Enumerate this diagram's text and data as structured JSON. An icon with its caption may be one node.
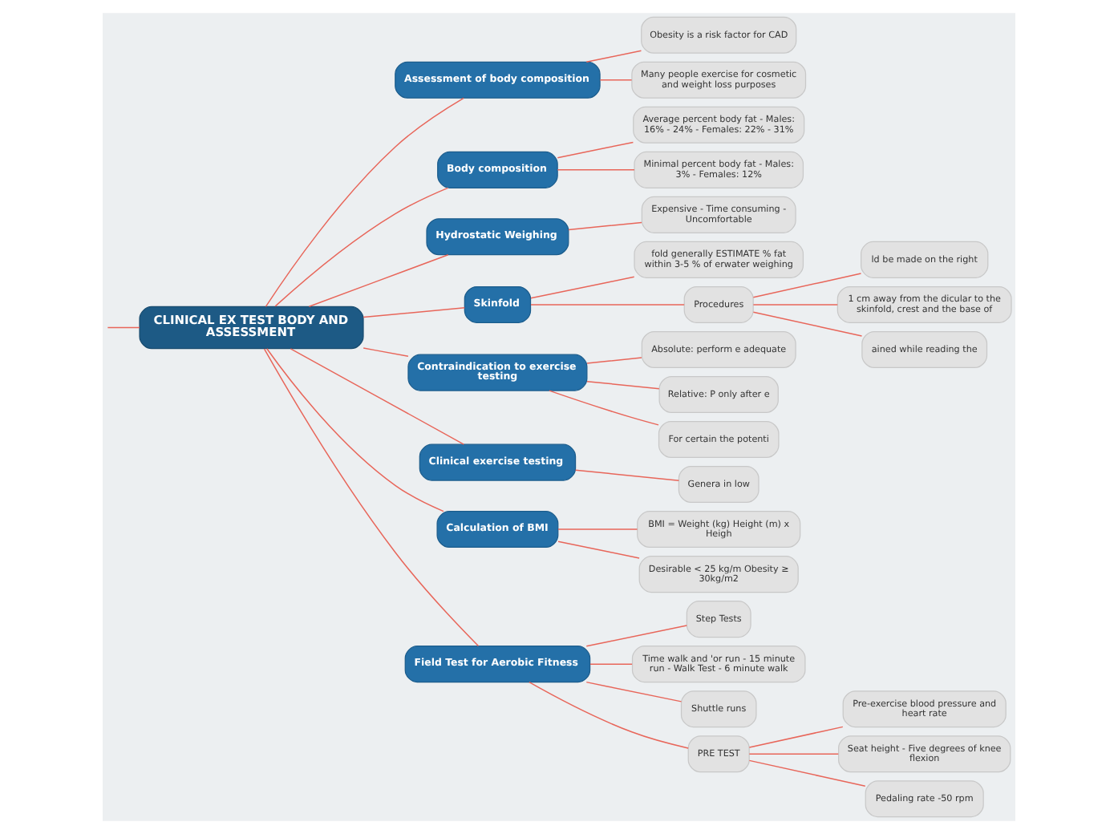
{
  "diagram": {
    "nodes": [
      {
        "text": [
          "CLINICAL EX TEST BODY AND ASSESSMENT"
        ]
      },
      {
        "text": [
          "Assessment of body composition"
        ]
      },
      {
        "text": [
          "Obesity is a risk factor for CAD"
        ]
      },
      {
        "text": [
          "Many people exercise for cosmetic and weight loss purposes"
        ]
      },
      {
        "text": [
          "Body composition"
        ]
      },
      {
        "text": [
          "Average percent body fat - Males: 16% - 24% - Females: 22% - 31%"
        ]
      },
      {
        "text": [
          "Minimal percent body fat - Males: 3% - Females: 12%"
        ]
      },
      {
        "text": [
          "Hydrostatic Weighing"
        ]
      },
      {
        "text": [
          "Expensive - Time consuming - Uncomfortable"
        ]
      },
      {
        "text": [
          "Skinfold"
        ]
      },
      {
        "text": [
          "fold generally ESTIMATE % fat within 3-5 % of erwater weighing"
        ]
      },
      {
        "text": [
          "Procedures"
        ]
      },
      {
        "text": [
          "ld be made on the right"
        ]
      },
      {
        "text": [
          "1 cm away from the dicular to the skinfold, crest and the base of"
        ]
      },
      {
        "text": [
          "ained while reading the"
        ]
      },
      {
        "text": [
          "Contraindication to exercise testing"
        ]
      },
      {
        "text": [
          "Absolute: perform e adequate"
        ]
      },
      {
        "text": [
          "Relative: P only after e"
        ]
      },
      {
        "text": [
          "For certain the potenti"
        ]
      },
      {
        "text": [
          "Clinical exercise testing"
        ]
      },
      {
        "text": [
          "Genera in low"
        ]
      },
      {
        "text": [
          "Calculation of BMI"
        ]
      },
      {
        "text": [
          "BMI = Weight (kg) Height (m) x Heigh"
        ]
      },
      {
        "text": [
          "Desirable < 25 kg/m Obesity ≥ 30kg/m2"
        ]
      },
      {
        "text": [
          "Field Test for Aerobic Fitness"
        ]
      },
      {
        "text": [
          "Step Tests"
        ]
      },
      {
        "text": [
          "Time walk and 'or run - 15 minute run - Walk Test - 6 minute walk"
        ]
      },
      {
        "text": [
          "Shuttle runs"
        ]
      },
      {
        "text": [
          "PRE TEST"
        ]
      },
      {
        "text": [
          "Pre-exercise blood pressure and heart rate"
        ]
      },
      {
        "text": [
          "Seat height - Five degrees of knee flexion"
        ]
      },
      {
        "text": [
          "Pedaling rate -50 rpm"
        ]
      }
    ],
    "edges": [
      {
        "from": 0,
        "to": null,
        "arrow": "none"
      },
      {
        "from": 0,
        "to": 1,
        "arrow": "none"
      },
      {
        "from": 1,
        "to": 2,
        "arrow": "none"
      },
      {
        "from": 1,
        "to": 3,
        "arrow": "none"
      },
      {
        "from": 0,
        "to": 4,
        "arrow": "none"
      },
      {
        "from": 4,
        "to": 5,
        "arrow": "none"
      },
      {
        "from": 4,
        "to": 6,
        "arrow": "none"
      },
      {
        "from": 0,
        "to": 7,
        "arrow": "none"
      },
      {
        "from": 7,
        "to": 8,
        "arrow": "none"
      },
      {
        "from": 0,
        "to": 9,
        "arrow": "none"
      },
      {
        "from": 9,
        "to": 10,
        "arrow": "none"
      },
      {
        "from": 9,
        "to": 11,
        "arrow": "none"
      },
      {
        "from": 11,
        "to": 12,
        "arrow": "none"
      },
      {
        "from": 11,
        "to": 13,
        "arrow": "none"
      },
      {
        "from": 11,
        "to": 14,
        "arrow": "none"
      },
      {
        "from": 0,
        "to": 15,
        "arrow": "none"
      },
      {
        "from": 15,
        "to": 16,
        "arrow": "none"
      },
      {
        "from": 15,
        "to": 17,
        "arrow": "none"
      },
      {
        "from": 15,
        "to": 18,
        "arrow": "none"
      },
      {
        "from": 0,
        "to": 19,
        "arrow": "none"
      },
      {
        "from": 19,
        "to": 20,
        "arrow": "none"
      },
      {
        "from": 0,
        "to": 21,
        "arrow": "none"
      },
      {
        "from": 21,
        "to": 22,
        "arrow": "none"
      },
      {
        "from": 21,
        "to": 23,
        "arrow": "none"
      },
      {
        "from": 0,
        "to": 24,
        "arrow": "none"
      },
      {
        "from": 24,
        "to": 25,
        "arrow": "none"
      },
      {
        "from": 24,
        "to": 26,
        "arrow": "none"
      },
      {
        "from": 24,
        "to": 27,
        "arrow": "none"
      },
      {
        "from": 24,
        "to": 28,
        "arrow": "none"
      },
      {
        "from": 28,
        "to": 29,
        "arrow": "none"
      },
      {
        "from": 28,
        "to": 30,
        "arrow": "none"
      },
      {
        "from": 28,
        "to": 31,
        "arrow": "none"
      }
    ]
  }
}
